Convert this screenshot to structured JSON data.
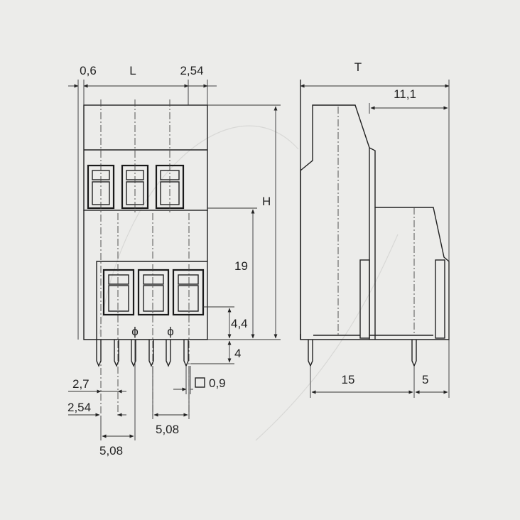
{
  "labels": {
    "dim_0_6": "0,6",
    "dim_L": "L",
    "dim_2_54_top": "2,54",
    "dim_T": "T",
    "dim_11_1": "11,1",
    "dim_H": "H",
    "dim_19": "19",
    "dim_4_4": "4,4",
    "dim_4": "4",
    "dim_0_9": "0,9",
    "dim_2_7": "2,7",
    "dim_2_54_bottom": "2,54",
    "dim_5_08_right": "5,08",
    "dim_5_08_bottom": "5,08",
    "dim_15": "15",
    "dim_5": "5",
    "phi_1": "ϕ",
    "phi_2": "ϕ"
  }
}
